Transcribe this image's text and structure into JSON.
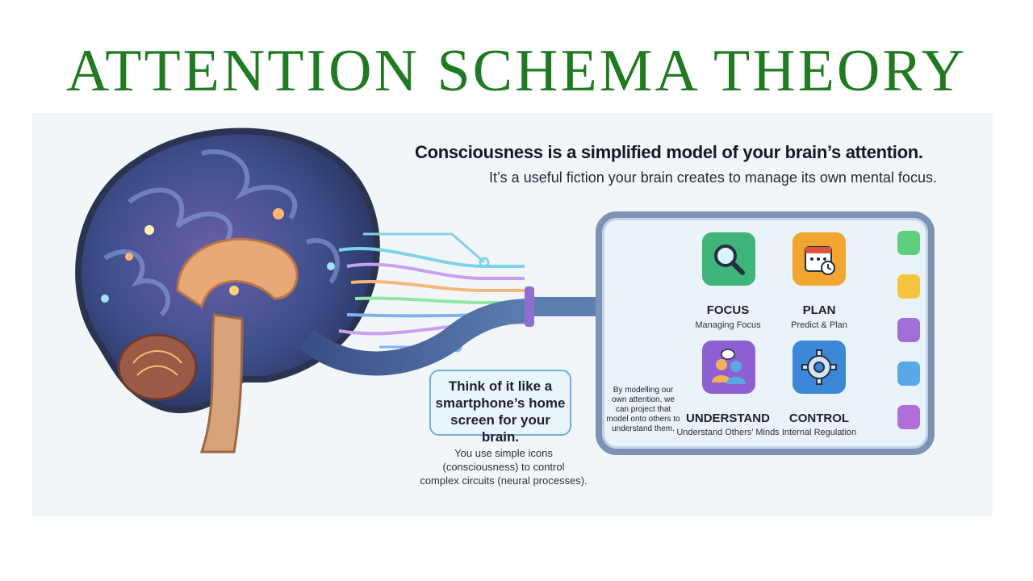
{
  "title": "ATTENTION SCHEMA THEORY",
  "headline": "Consciousness is a simplified model of your brain’s attention.",
  "subheadline": "It’s a useful fiction your brain creates to manage its own mental focus.",
  "callout": {
    "lines": [
      "Think of it like a",
      "smartphone’s home",
      "screen for your brain."
    ]
  },
  "note": {
    "lines": [
      "You use simple icons",
      "(consciousness) to control",
      "complex circuits (neural processes)."
    ]
  },
  "side_note": {
    "lines": [
      "By modelling our",
      "own attention, we",
      "can project that",
      "model onto others to",
      "understand them."
    ]
  },
  "apps": [
    {
      "label": "FOCUS",
      "sub": "Managing Focus",
      "icon": "magnifier-icon",
      "color": "#3fb57a"
    },
    {
      "label": "PLAN",
      "sub": "Predict & Plan",
      "icon": "calendar-icon",
      "color": "#f0a630"
    },
    {
      "label": "UNDERSTAND",
      "sub": "Understand Others’ Minds",
      "icon": "people-icon",
      "color": "#8e5fd0"
    },
    {
      "label": "CONTROL",
      "sub": "Internal Regulation",
      "icon": "gear-icon",
      "color": "#3c87d6"
    }
  ],
  "dock_colors": [
    "#5fcf7d",
    "#f5c542",
    "#a070d8",
    "#5aa8e8",
    "#b06fd8"
  ],
  "colors": {
    "title": "#1f7a22",
    "phone_frame": "#7d93b6",
    "callout_border": "#6fb0d8"
  }
}
